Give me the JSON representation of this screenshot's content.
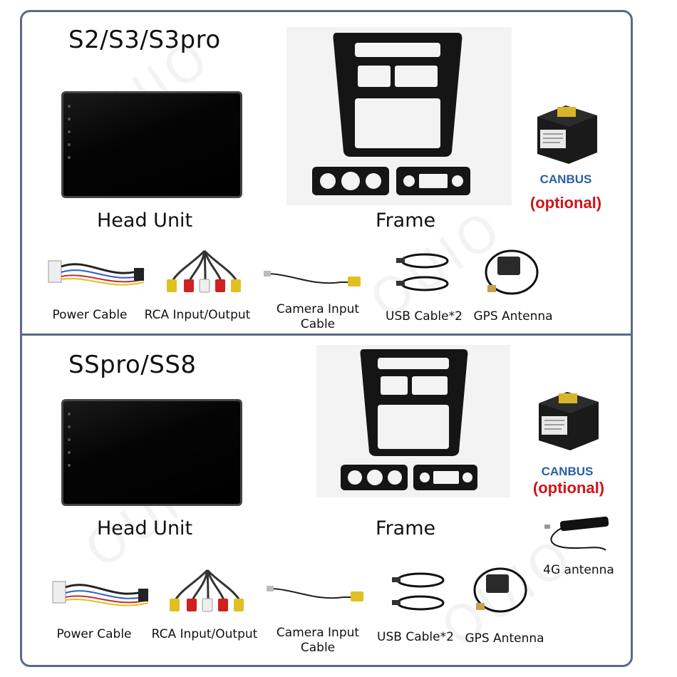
{
  "watermark": "OUIO",
  "colors": {
    "border": "#5a6a86",
    "canbus": "#2a5fa8",
    "optional": "#d0141a"
  },
  "sections": [
    {
      "title": "S2/S3/S3pro",
      "head_unit_label": "Head Unit",
      "frame_label": "Frame",
      "canbus_label": "CANBUS",
      "optional_label": "(optional)",
      "accessories": [
        "Power Cable",
        "RCA Input/Output",
        "Camera Input Cable",
        "USB Cable*2",
        "GPS Antenna"
      ]
    },
    {
      "title": "SSpro/SS8",
      "head_unit_label": "Head Unit",
      "frame_label": "Frame",
      "canbus_label": "CANBUS",
      "optional_label": "(optional)",
      "antenna_4g_label": "4G antenna",
      "accessories": [
        "Power Cable",
        "RCA Input/Output",
        "Camera Input Cable",
        "USB Cable*2",
        "GPS Antenna"
      ]
    }
  ]
}
